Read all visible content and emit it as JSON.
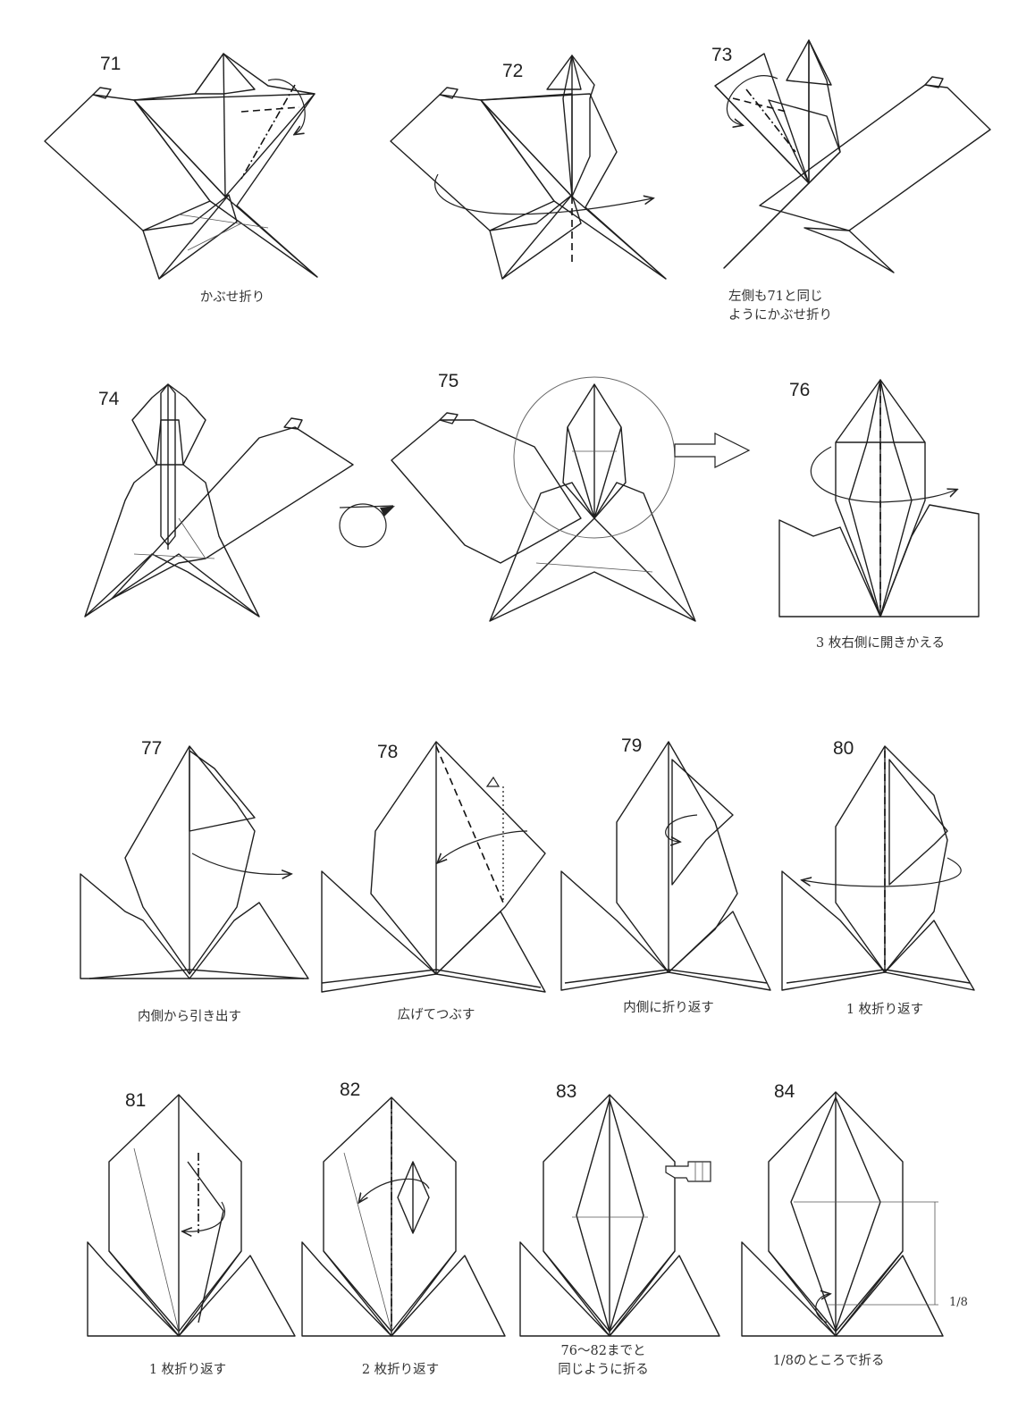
{
  "steps": [
    {
      "number": "71",
      "caption": "かぶせ折り"
    },
    {
      "number": "72",
      "caption": ""
    },
    {
      "number": "73",
      "caption": "左側も71と同じ\nようにかぶせ折り"
    },
    {
      "number": "74",
      "caption": ""
    },
    {
      "number": "75",
      "caption": ""
    },
    {
      "number": "76",
      "caption": "3 枚右側に開きかえる"
    },
    {
      "number": "77",
      "caption": "内側から引き出す"
    },
    {
      "number": "78",
      "caption": "広げてつぶす"
    },
    {
      "number": "79",
      "caption": "内側に折り返す"
    },
    {
      "number": "80",
      "caption": "1 枚折り返す"
    },
    {
      "number": "81",
      "caption": "1 枚折り返す"
    },
    {
      "number": "82",
      "caption": "2 枚折り返す"
    },
    {
      "number": "83",
      "caption": "76～82までと\n同じように折る"
    },
    {
      "number": "84",
      "caption": "1/8のところで折る"
    }
  ],
  "measure_label": "1/8",
  "icons": {
    "turn_over": "turn-over-icon",
    "enlarge": "enlarge-arrow-icon",
    "pointing_hand": "pointing-hand-icon"
  },
  "colors": {
    "paper": "#a8a8a8",
    "paper_light": "#ffffff",
    "line": "#1f1f1f"
  }
}
